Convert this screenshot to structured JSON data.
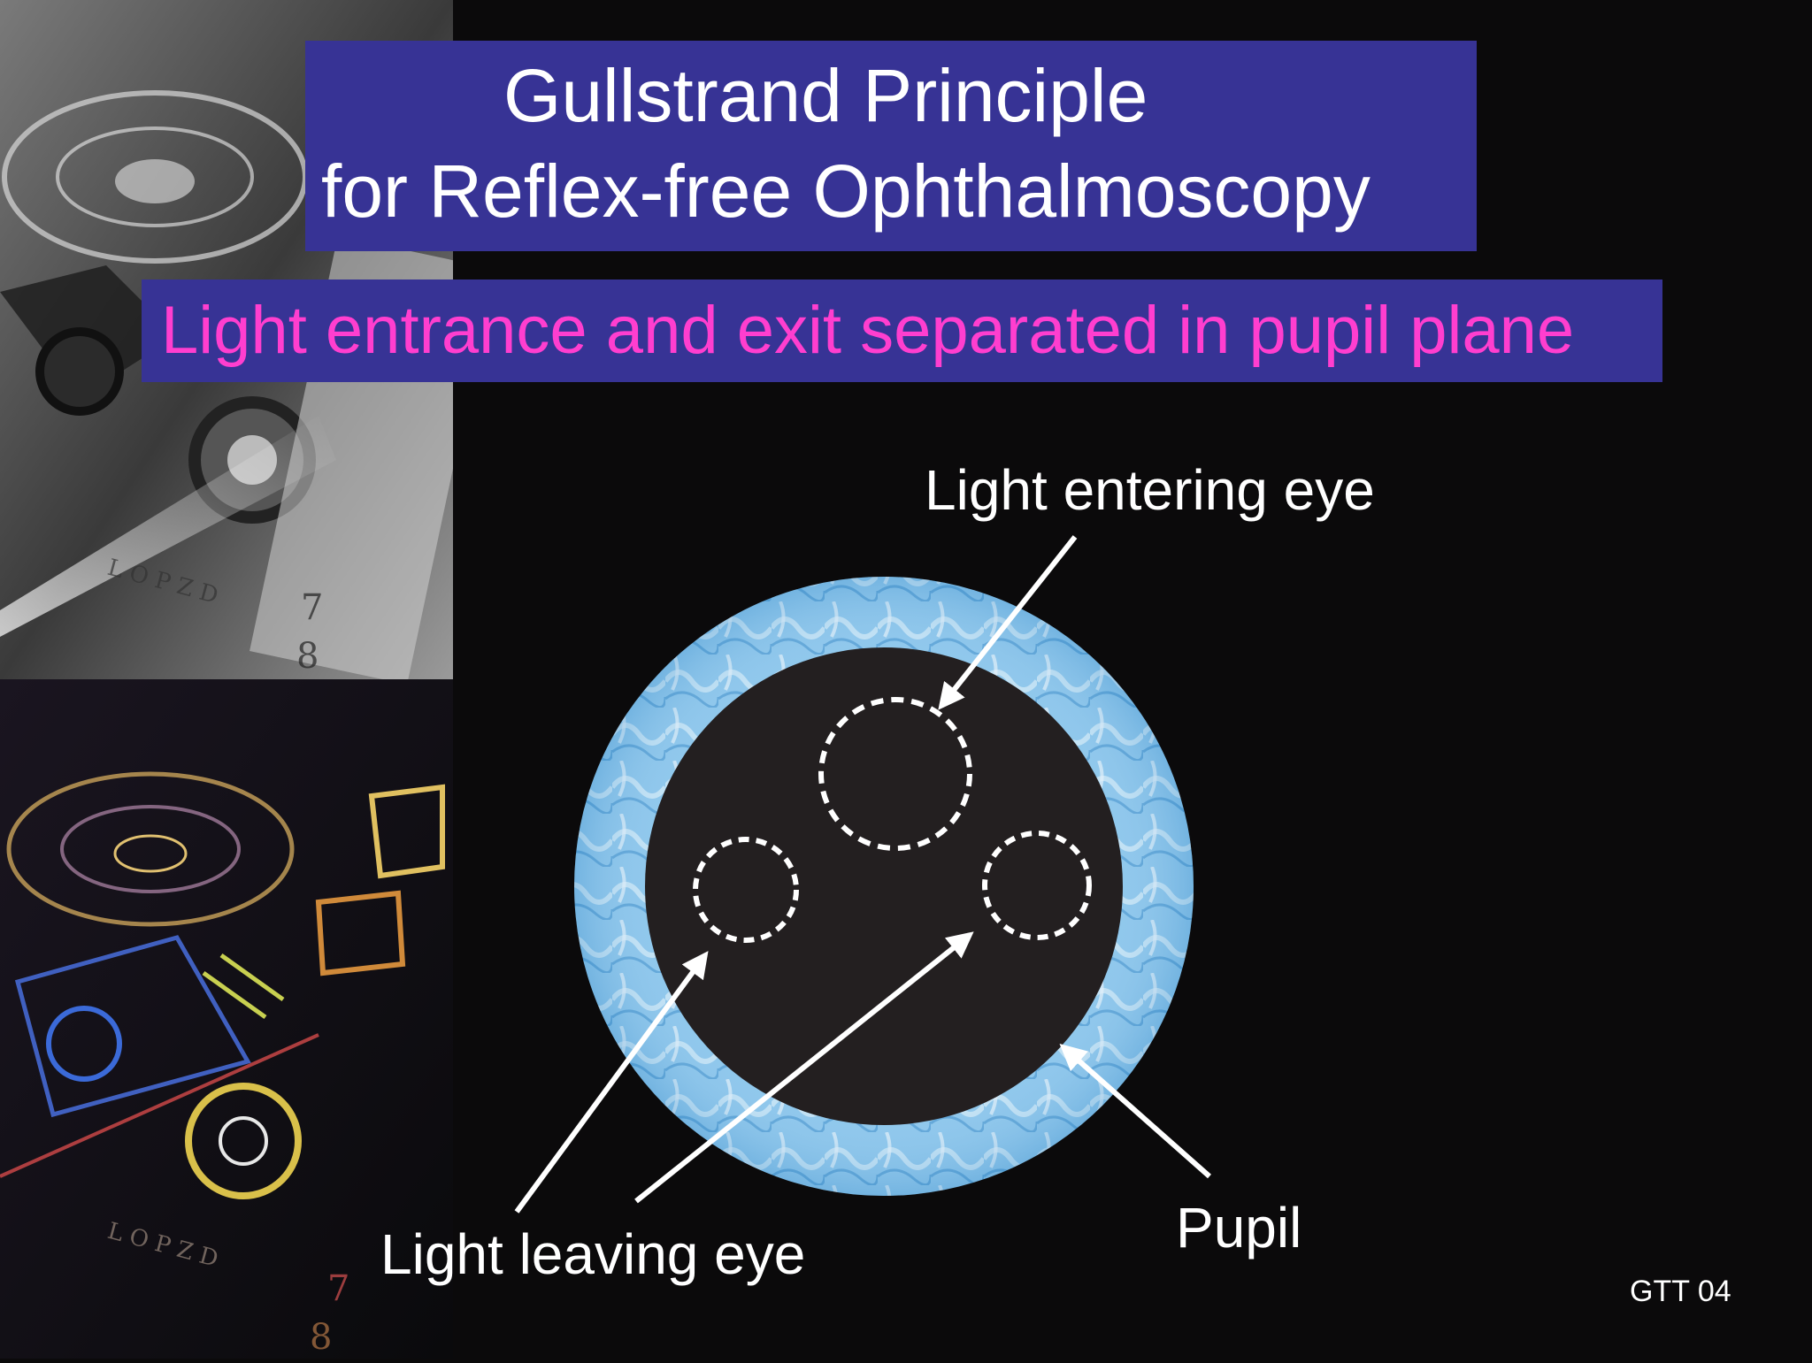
{
  "title": {
    "line1": "Gullstrand Principle",
    "line2": "for Reflex-free Ophthalmoscopy"
  },
  "subtitle": "Light entrance and exit separated in pupil plane",
  "diagram": {
    "label_entering": "Light entering eye",
    "label_leaving": "Light leaving eye",
    "label_pupil": "Pupil",
    "iris_color": "#6fb3df",
    "pupil_color": "#231f20",
    "dashed_circle_color": "#ffffff",
    "arrow_color": "#ffffff"
  },
  "footer": "GTT 04",
  "colors": {
    "background": "#0b0a0b",
    "title_box": "#373395",
    "subtitle_text": "#ff3ecf"
  },
  "decorative_images": [
    "grayscale-ophthalmoscope-photo",
    "neon-ophthalmoscope-photo"
  ]
}
